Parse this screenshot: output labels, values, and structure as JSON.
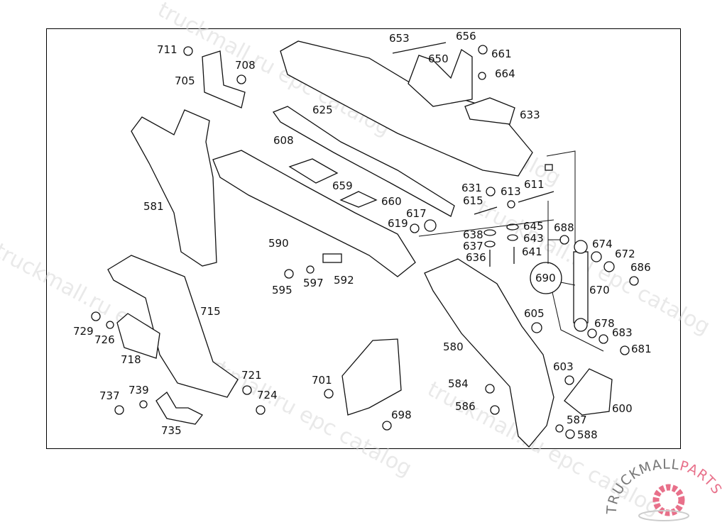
{
  "watermark": "truckmall.ru epc catalog",
  "logo": {
    "text_main": "TRUCKMALL",
    "text_accent": "PARTS",
    "accent_color": "#e8708a",
    "text_color": "#777777"
  },
  "callouts": {
    "711": "711",
    "708": "708",
    "705": "705",
    "653": "653",
    "656": "656",
    "650": "650",
    "661": "661",
    "664": "664",
    "625": "625",
    "633": "633",
    "608": "608",
    "581": "581",
    "659": "659",
    "660": "660",
    "631": "631",
    "613": "613",
    "611": "611",
    "615": "615",
    "617": "617",
    "619": "619",
    "645": "645",
    "688": "688",
    "638": "638",
    "643": "643",
    "637": "637",
    "674": "674",
    "636": "636",
    "641": "641",
    "672": "672",
    "590": "590",
    "686": "686",
    "690": "690",
    "670": "670",
    "595": "595",
    "597": "597",
    "592": "592",
    "715": "715",
    "605": "605",
    "678": "678",
    "729": "729",
    "683": "683",
    "726": "726",
    "580": "580",
    "681": "681",
    "718": "718",
    "603": "603",
    "721": "721",
    "701": "701",
    "584": "584",
    "724": "724",
    "739": "739",
    "737": "737",
    "586": "586",
    "600": "600",
    "698": "698",
    "587": "587",
    "735": "735",
    "588": "588"
  }
}
